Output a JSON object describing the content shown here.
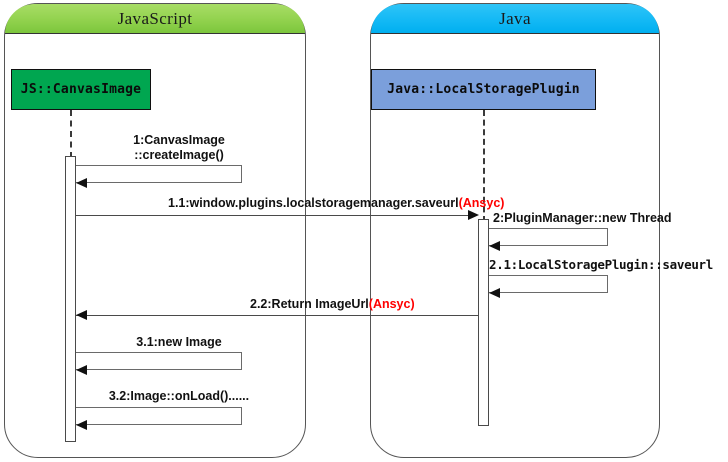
{
  "diagram": {
    "type": "uml-sequence-diagram",
    "background": "#ffffff",
    "lanes": [
      {
        "id": "javascript",
        "title": "JavaScript",
        "header_color": "#92d24e",
        "participant": {
          "label": "JS::CanvasImage",
          "box_color": "#00a650"
        }
      },
      {
        "id": "java",
        "title": "Java",
        "header_color": "#14b9f5",
        "participant": {
          "label": "Java::LocalStoragePlugin",
          "box_color": "#7b9fdb"
        }
      }
    ],
    "accent_async_color": "#ff0000",
    "messages": [
      {
        "id": "m1",
        "number": "1:",
        "text_line1": "1:CanvasImage",
        "text_line2": "::createImage()",
        "kind": "self-call",
        "lane": "javascript"
      },
      {
        "id": "m1_1",
        "text": "1.1:window.plugins.localstoragemanager.saveurl",
        "suffix": "(Ansyc)",
        "suffix_color": "#ff0000",
        "kind": "call",
        "from": "javascript",
        "to": "java",
        "direction": "right"
      },
      {
        "id": "m2",
        "text": "2:PluginManager::new Thread",
        "kind": "self-call",
        "lane": "java"
      },
      {
        "id": "m2_1",
        "text": "2.1:LocalStoragePlugin::saveurl",
        "kind": "self-call",
        "lane": "java"
      },
      {
        "id": "m2_2",
        "text": "2.2:Return ImageUrl",
        "suffix": "(Ansyc)",
        "suffix_color": "#ff0000",
        "kind": "return",
        "from": "java",
        "to": "javascript",
        "direction": "left"
      },
      {
        "id": "m3_1",
        "text": "3.1:new Image",
        "kind": "self-call",
        "lane": "javascript"
      },
      {
        "id": "m3_2",
        "text": "3.2:Image::onLoad()......",
        "kind": "self-call",
        "lane": "javascript"
      }
    ]
  }
}
